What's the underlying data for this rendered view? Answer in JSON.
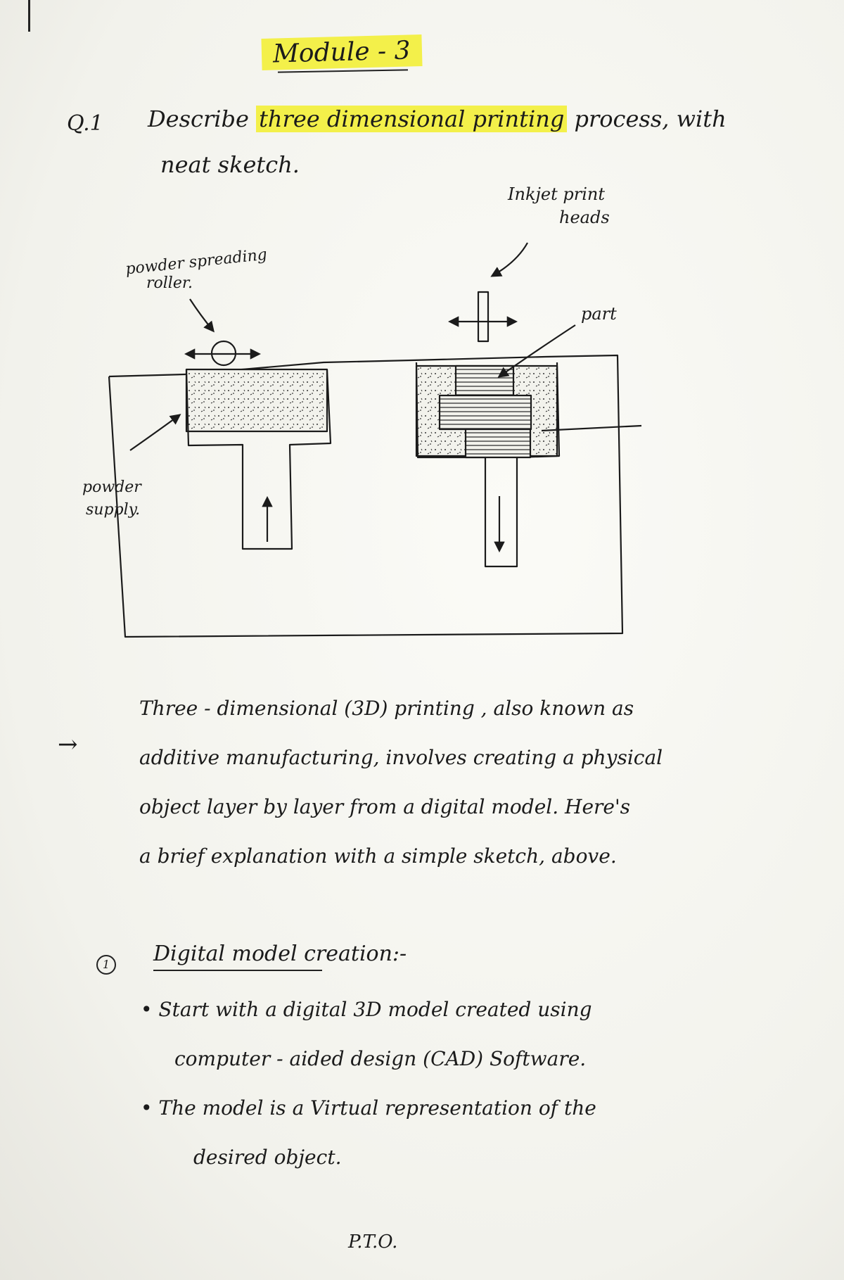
{
  "title": "Module - 3",
  "question": {
    "number": "Q.1",
    "line1_pre": "Describe",
    "line1_hl": "three dimensional printing",
    "line1_post": "process, with",
    "line2": "neat sketch."
  },
  "sketch_labels": {
    "inkjet": [
      "Inkjet print",
      "heads"
    ],
    "roller": [
      "powder spreading",
      "roller."
    ],
    "part": "part",
    "powder_supply": [
      "powder",
      "supply."
    ]
  },
  "answer": {
    "arrow": "→",
    "lines": [
      "Three - dimensional (3D) printing , also known as",
      "additive manufacturing, involves creating a physical",
      "object layer by layer from a digital model. Here's",
      "a brief explanation with a simple sketch, above."
    ]
  },
  "section1": {
    "number": "1",
    "heading": "Digital model creation:-",
    "bullets": [
      "• Start      with a digital 3D model created using",
      "computer - aided design (CAD) Software.",
      "• The model is a Virtual representation of the",
      "desired object."
    ]
  },
  "footer": "P.T.O."
}
